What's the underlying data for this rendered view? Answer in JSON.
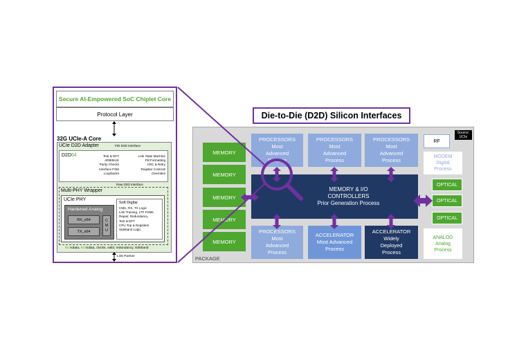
{
  "core": {
    "title": "Secure AI-Empowered SoC Chiplet Core",
    "protocol_layer": "Protocol Layer",
    "ucie_core_label": "32G UCIe-A Core",
    "adapter_label": "UCIe D2D Adapter",
    "fdi_label": "FDI D2D Interface",
    "d2d_name": "D2D",
    "d2d_suffix": "64",
    "d2d_left_items": [
      "Test & DFT",
      "ARB/MUX",
      "Parity Checks",
      "Interface FSM",
      "Loopbacks"
    ],
    "d2d_right_items": [
      "Link State Machine",
      "Flit Formatting",
      "CRC & Retry",
      "Register Controls",
      "Overrides"
    ],
    "raw_label": "Raw D2D Interface",
    "wrapper_label": "Multi-PHY Wrapper",
    "phy_label": "UCIe PHY",
    "hardened_label": "Hardened Analog",
    "rx_label": "RX_x64",
    "tx_label": "TX_x64",
    "cmu_label": "C M U",
    "soft_label": "Soft Digital",
    "soft_items": [
      "CMU, RX, TX Logic",
      "Link Training, LTF FSMs",
      "Repair, Redundancy",
      "Test & DFT",
      "CPU Top & Registers",
      "Sideband Logic"
    ],
    "bottom_prefix": "64",
    "bottom_text_a": " rxdata, ",
    "bottom_mid": "64",
    "bottom_text_b": " txdata, clocks, valid, redundancy, sideband",
    "link_partner": "Link Partner"
  },
  "package": {
    "title": "Die-to-Die (D2D) Silicon Interfaces",
    "label": "PACKAGE",
    "source_line1": "Source:",
    "source_line2": "UCIe",
    "memory": [
      "MEMORY",
      "MEMORY",
      "MEMORY",
      "MEMORY",
      "MEMORY"
    ],
    "top_processors": [
      {
        "l1": "PROCESSORS",
        "l2": "Most",
        "l3": "Advanced",
        "l4": "Process"
      },
      {
        "l1": "PROCESSORS",
        "l2": "Most",
        "l3": "Advanced",
        "l4": "Process"
      },
      {
        "l1": "PROCESSORS",
        "l2": "Most",
        "l3": "Advanced",
        "l4": "Process"
      }
    ],
    "controller": {
      "l1": "MEMORY & I/O",
      "l2": "CONTROLLERS",
      "l3": "Prior Generation Process"
    },
    "bottom_processor": {
      "l1": "PROCESSORS",
      "l2": "Most",
      "l3": "Advanced",
      "l4": "Process"
    },
    "accel_1": {
      "l1": "ACCELERATOR",
      "l2": "Most Advanced",
      "l3": "Process"
    },
    "accel_2": {
      "l1": "ACCELERATOR",
      "l2": "Widely",
      "l3": "Deployed",
      "l4": "Process"
    },
    "rf": "RF",
    "modem": {
      "l1": "MODEM",
      "l2": "Digital",
      "l3": "Process"
    },
    "optical": [
      "OPTICAL",
      "OPTICAL",
      "OPTICAL"
    ],
    "analog": {
      "l1": "ANALOG",
      "l2": "Analog",
      "l3": "Process"
    }
  },
  "colors": {
    "accent_purple": "#7030a0",
    "green": "#4ea72e",
    "light_blue": "#8faadc",
    "dark_navy": "#203864",
    "adapter_green": "#e2efd9"
  },
  "icons": [
    "magnifier-icon",
    "double-arrow-icon"
  ]
}
